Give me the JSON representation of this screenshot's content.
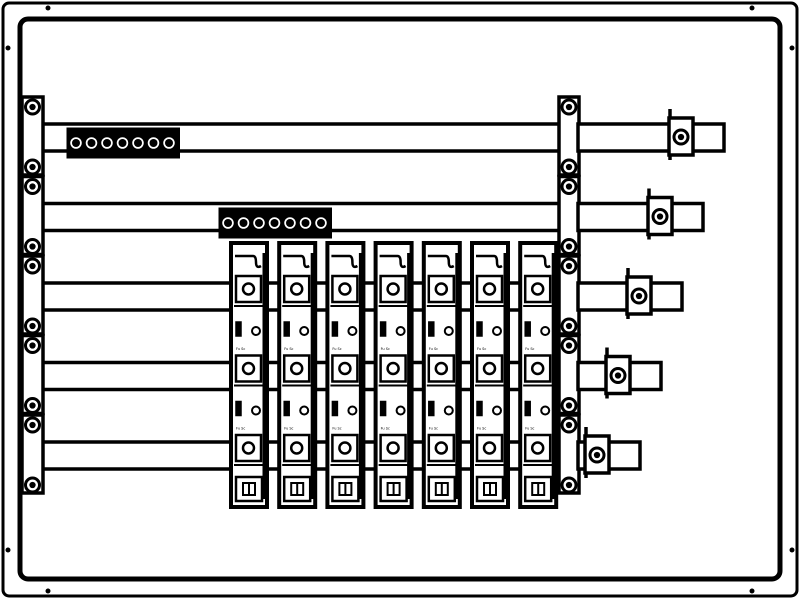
{
  "diagram": {
    "kind": "busbar-panel-line-drawing",
    "colors": {
      "line": "#000000",
      "background": "#ffffff"
    },
    "busbars": {
      "count": 5
    },
    "terminal_blocks": [
      {
        "poles": 7
      },
      {
        "poles": 7
      }
    ],
    "fuse_holders": {
      "count": 7,
      "stages": 3,
      "tiny_label": "Fu Sc"
    }
  }
}
